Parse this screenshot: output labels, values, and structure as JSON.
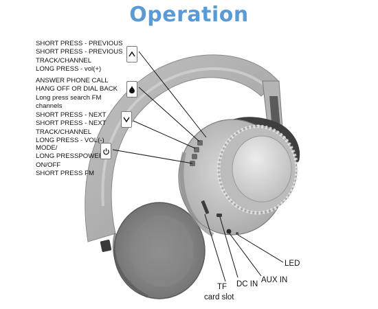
{
  "title": "Operation",
  "callouts": [
    {
      "id": "previous",
      "lines": [
        "SHORT PRESS - PREVIOUS",
        "SHORT PRESS - PREVIOUS",
        "TRACK/CHANNEL",
        "LONG PRESS - vol(+)"
      ],
      "icon": "chevron-up-icon",
      "glyph": "^"
    },
    {
      "id": "call",
      "lines": [
        "ANSWER PHONE CALL",
        "HANG OFF OR DIAL BACK",
        "Long press search FM",
        "channels"
      ],
      "icon": "drop-icon",
      "glyph": ""
    },
    {
      "id": "next",
      "lines": [
        "SHORT PRESS - NEXT",
        "SHORT PRESS - NEXT",
        "TRACK/CHANNEL",
        "LONG PRESS - VOL(-)"
      ],
      "icon": "chevron-down-icon",
      "glyph": "v"
    },
    {
      "id": "mode",
      "lines": [
        "MODE/",
        "LONG PRESSPOWER",
        "ON/OFF",
        "SHORT PRESS FM"
      ],
      "icon": "power-icon",
      "glyph": ""
    }
  ],
  "port_labels": {
    "led": "LED",
    "aux": "AUX IN",
    "dc": "DC IN",
    "tf_1": "TF",
    "tf_2": "card slot"
  }
}
